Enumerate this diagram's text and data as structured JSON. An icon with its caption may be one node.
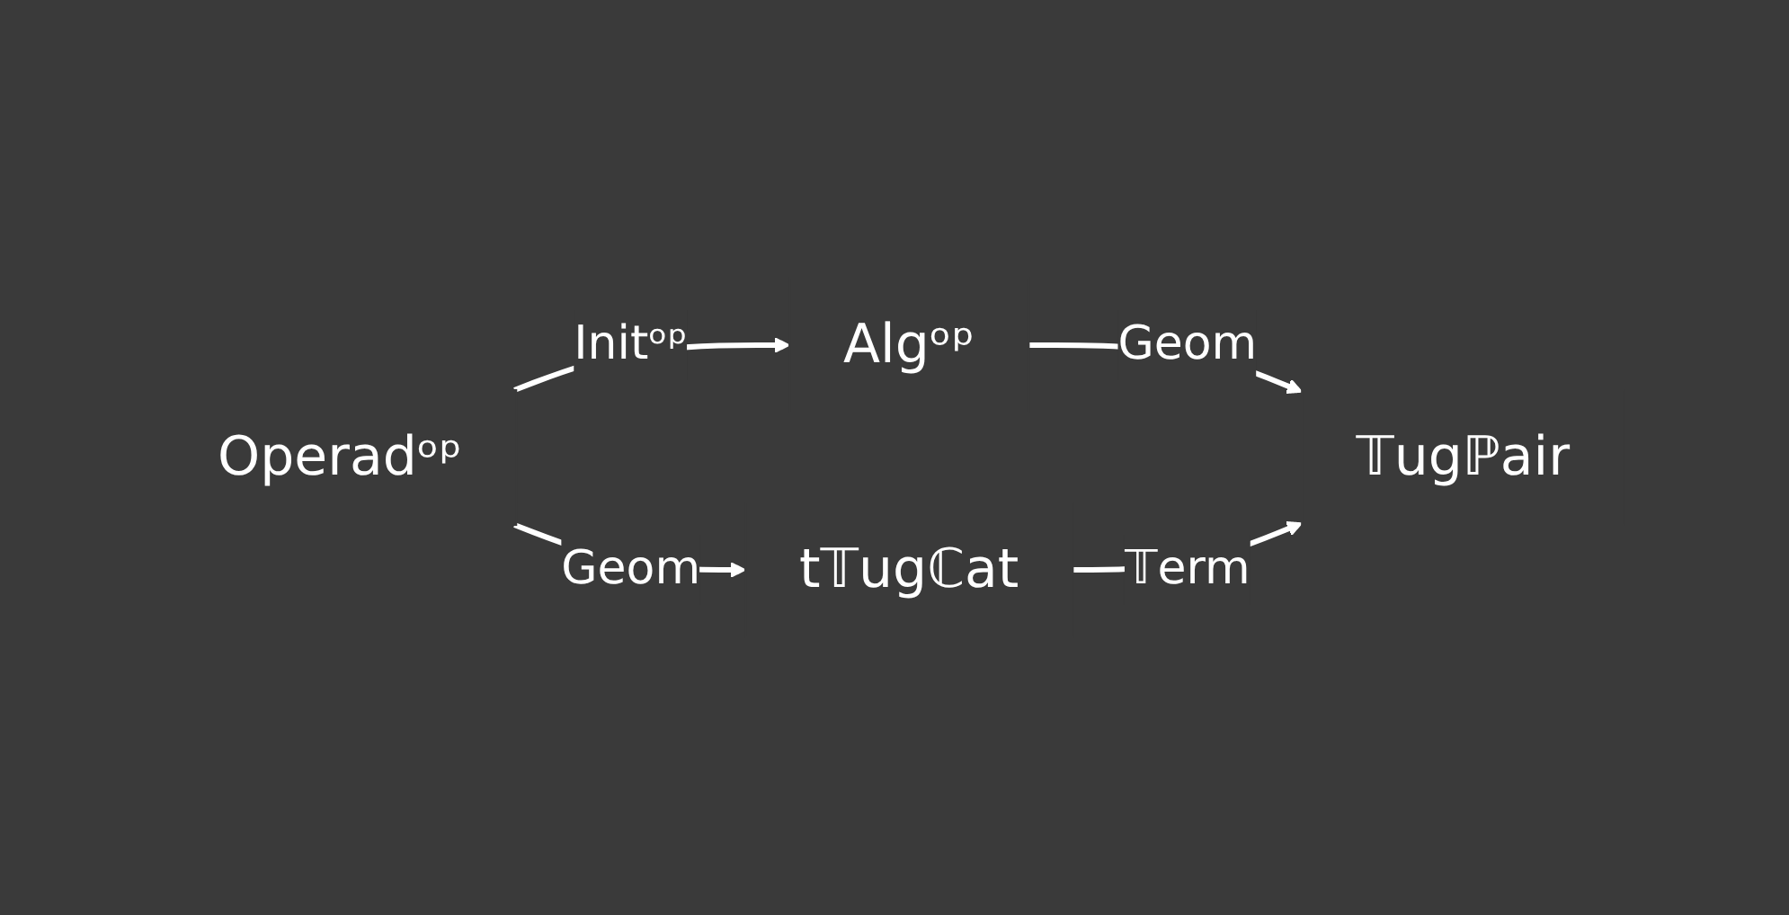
{
  "diagram": {
    "nodes": [
      {
        "text": [
          "Operadᵒᵖ"
        ]
      },
      {
        "text": [
          "Algᵒᵖ"
        ]
      },
      {
        "text": [
          "t𝕋ugℂat"
        ]
      },
      {
        "text": [
          "𝕋ugℙair"
        ]
      }
    ],
    "edges": [
      {
        "from": 0,
        "to": 1,
        "arrow": "to",
        "label": "Initᵒᵖ"
      },
      {
        "from": 0,
        "to": 2,
        "arrow": "to",
        "label": "Geom"
      },
      {
        "from": 1,
        "to": 3,
        "arrow": "to",
        "label": "Geom"
      },
      {
        "from": 2,
        "to": 3,
        "arrow": "to",
        "label": "𝕋erm"
      }
    ]
  }
}
